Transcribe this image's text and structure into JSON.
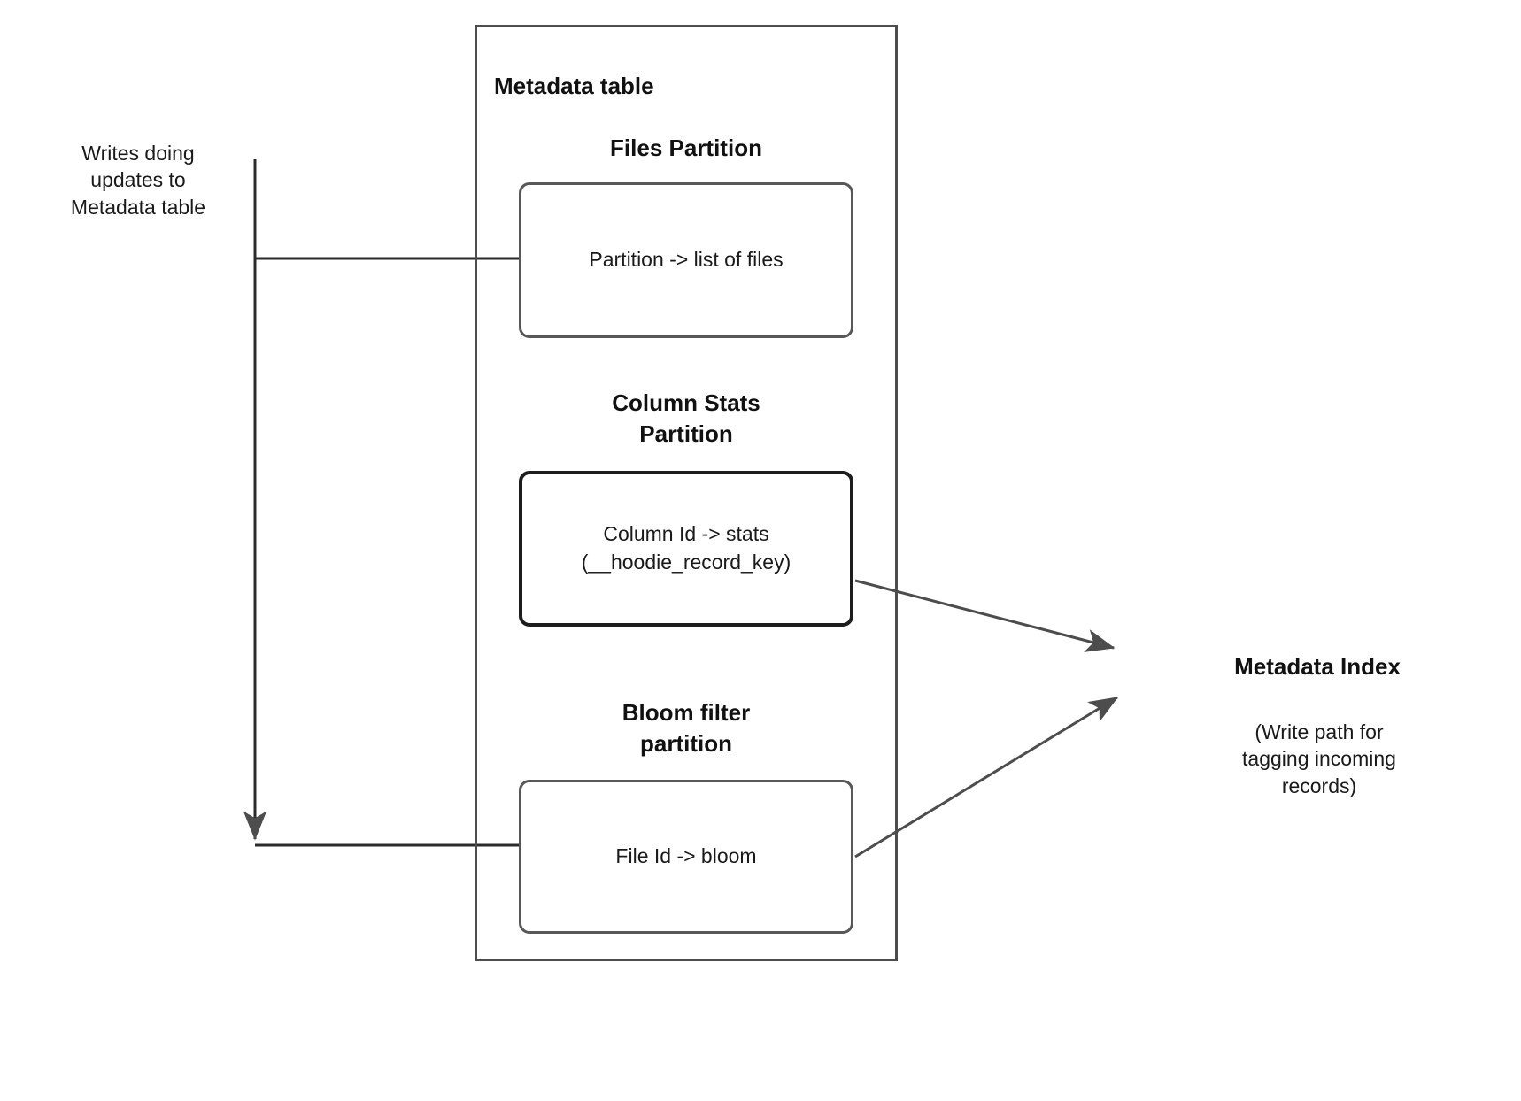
{
  "diagram": {
    "title_visible": false,
    "colors": {
      "stroke_outer": "#4d4d4d",
      "stroke_inner": "#585858",
      "stroke_inner_emphasis": "#1d1d1d",
      "arrow": "#4d4d4d",
      "text": "#1a1a1a",
      "background": "#ffffff"
    },
    "outer": {
      "label": "Metadata table"
    },
    "sections": [
      {
        "id": "files",
        "heading": "Files Partition",
        "box_label": "Partition -> list of files"
      },
      {
        "id": "column-stats",
        "heading": "Column Stats\nPartition",
        "box_label": "Column Id  -> stats\n(__hoodie_record_key)"
      },
      {
        "id": "bloom-filter",
        "heading": "Bloom filter\npartition",
        "box_label": "File Id -> bloom"
      }
    ],
    "left_annotation": {
      "label": "Writes doing\nupdates to\nMetadata table"
    },
    "right_annotation": {
      "title": "Metadata Index",
      "caption": "(Write path for\ntagging incoming\nrecords)"
    },
    "connectors": [
      {
        "name": "writes-to-files-partition",
        "from": "writes-label-bus",
        "to": "files-box-left",
        "arrowhead": false
      },
      {
        "name": "writes-to-bloom-partition",
        "from": "bloom-box-left",
        "to": "writes-bus-bottom",
        "arrowhead": true
      },
      {
        "name": "column-stats-to-metadata-index",
        "from": "colstats-box-right",
        "to": "metadata-index",
        "arrowhead": true
      },
      {
        "name": "bloom-to-metadata-index",
        "from": "bloom-box-right",
        "to": "metadata-index",
        "arrowhead": true
      }
    ]
  }
}
